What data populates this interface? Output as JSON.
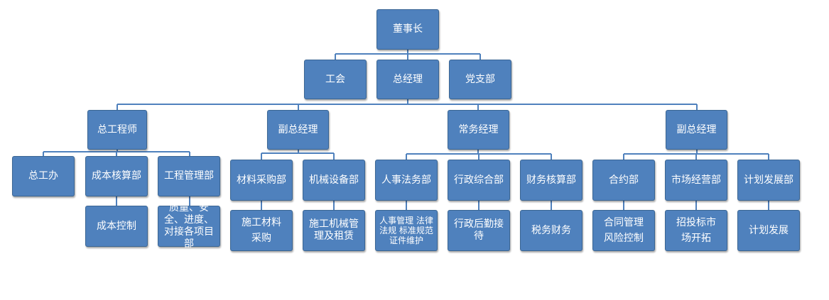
{
  "org_chart": {
    "root": "董事长",
    "level1": [
      "工会",
      "总经理",
      "党支部"
    ],
    "level2": [
      "总工程师",
      "副总经理",
      "常务经理",
      "副总经理"
    ],
    "level3": [
      "总工办",
      "成本核算部",
      "工程管理部",
      "材料采购部",
      "机械设备部",
      "人事法务部",
      "行政综合部",
      "财务核算部",
      "合约部",
      "市场经营部",
      "计划发展部"
    ],
    "level4": [
      "成本控制",
      "质量、安全、进度、对接各项目部",
      "施工材料采购",
      "施工机械管理及租赁",
      "人事管理 法律法规 标准规范证件维护",
      "行政后勤接待",
      "税务财务",
      "合同管理风险控制",
      "招投标市场开拓",
      "计划发展"
    ]
  },
  "colors": {
    "node_fill": "#4F81BD",
    "node_border": "#3A6593",
    "connector": "#4F81BD"
  }
}
